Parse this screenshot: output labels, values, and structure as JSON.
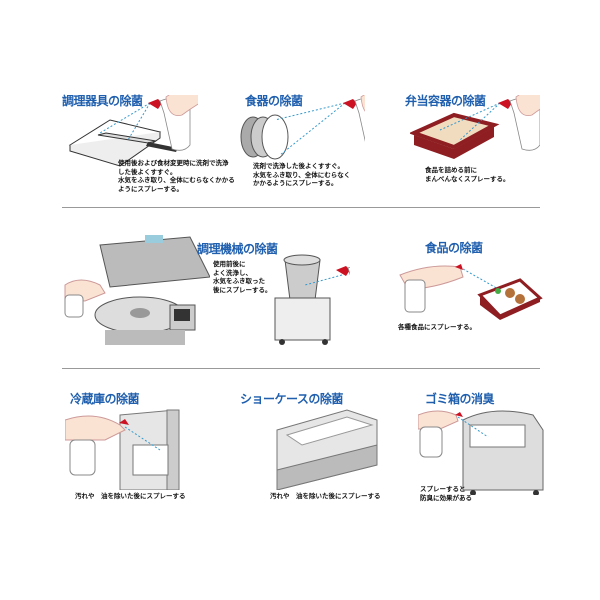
{
  "sections": [
    {
      "title": "調理器具の除菌",
      "caption": "使用後および食材変更時に洗剤で洗浄\nした後よくすすぐ。\n水気をふき取り、全体にむらなくかかる\nようにスプレーする。"
    },
    {
      "title": "食器の除菌",
      "caption": "洗剤で洗浄した後よくすすぐ。\n水気をふき取り、全体にむらなく\nかかるようにスプレーする。"
    },
    {
      "title": "弁当容器の除菌",
      "caption": "食品を詰める前に\nまんべんなくスプレーする。"
    },
    {
      "title": "調理機械の除菌",
      "caption": "使用前後に\nよく洗浄し、\n水気をふき取った\n後にスプレーする。"
    },
    {
      "title": "食品の除菌",
      "caption": "各種食品にスプレーする。"
    },
    {
      "title": "冷蔵庫の除菌",
      "caption": "汚れや　油を除いた後にスプレーする"
    },
    {
      "title": "ショーケースの除菌",
      "caption": "汚れや　油を除いた後にスプレーする"
    },
    {
      "title": "ゴミ箱の消臭",
      "caption": "スプレーすると\n防臭に効果がある"
    }
  ],
  "colors": {
    "title": "#1f5fae",
    "nozzle": "#cc1122",
    "skin": "#fbe3d3",
    "bento": "#8e1e22"
  }
}
